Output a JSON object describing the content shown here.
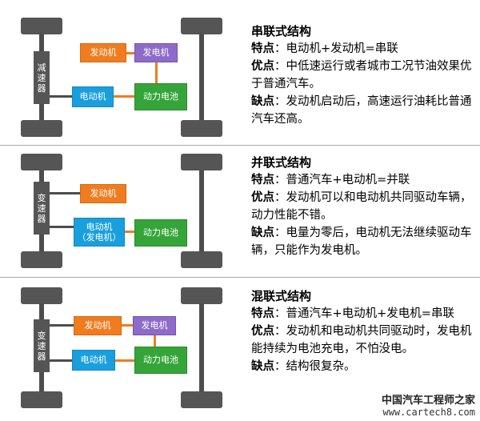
{
  "sections": [
    {
      "title": "串联式结构",
      "feature_label": "特点",
      "feature_text": "：电动机+发动机=串联",
      "pro_label": "优点",
      "pro_text": "：中低速运行或者城市工况节油效果优于普通汽车。",
      "con_label": "缺点",
      "con_text": "：发动机启动后，高速运行油耗比普通汽车还高。",
      "reducer": [
        "减",
        "速",
        "器"
      ],
      "engine": "发动机",
      "generator": "发电机",
      "motor": "电动机",
      "battery": "动力电池"
    },
    {
      "title": "并联式结构",
      "feature_label": "特点",
      "feature_text": "：普通汽车+电动机=并联",
      "pro_label": "优点",
      "pro_text": "：发动机可以和电动机共同驱动车辆，动力性能不错。",
      "con_label": "缺点",
      "con_text": "：电量为零后，电动机无法继续驱动车辆，只能作为发电机。",
      "reducer": [
        "变",
        "速",
        "器"
      ],
      "engine": "发动机",
      "motor_line1": "电动机",
      "motor_line2": "（发电机）",
      "battery": "动力电池"
    },
    {
      "title": "混联式结构",
      "feature_label": "特点",
      "feature_text": "：普通汽车+电动机+发电机=串联",
      "pro_label": "优点",
      "pro_text": "：发动机和电动机共同驱动时，发电机能持续为电池充电，不怕没电。",
      "con_label": "缺点",
      "con_text": "：结构很复杂。",
      "reducer": [
        "变",
        "速",
        "器"
      ],
      "engine": "发动机",
      "generator": "发电机",
      "motor": "电动机",
      "battery": "动力电池"
    }
  ],
  "watermark": {
    "cn": "中国汽车工程师之家",
    "url": "www.cartech8.com"
  },
  "colors": {
    "engine": "#f07c20",
    "generator": "#8e6bc9",
    "motor": "#1a9fdd",
    "battery": "#35a53a",
    "chassis": "#555555"
  }
}
